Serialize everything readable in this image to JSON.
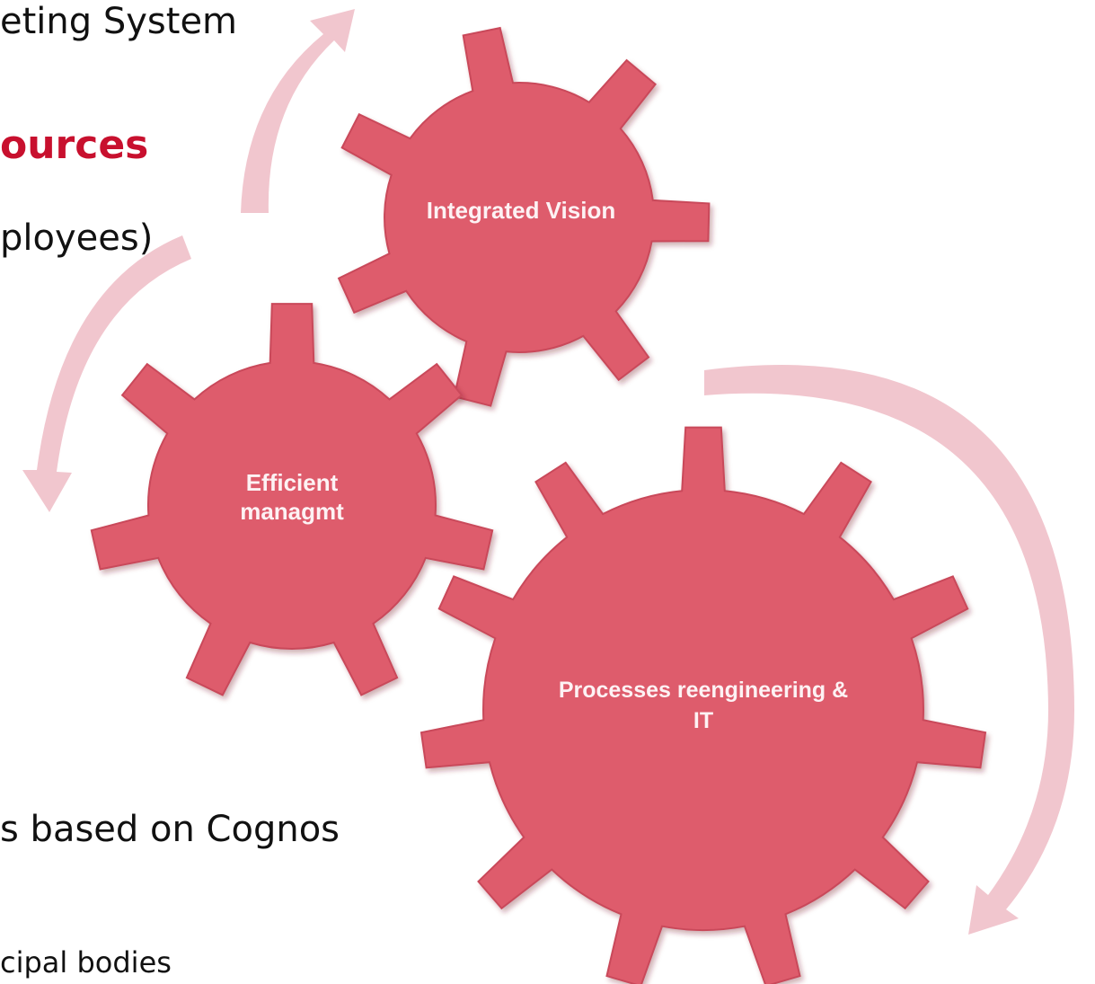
{
  "background_text": {
    "line1": "eting System",
    "line2": "ources",
    "line3": "ployees)",
    "line4": "s based on Cognos",
    "line5": "cipal bodies"
  },
  "gears": {
    "top": {
      "line1": "Integrated Vision"
    },
    "left": {
      "line1": "Efficient",
      "line2": "managmt"
    },
    "right": {
      "line1": "Processes reengineering &",
      "line2": "IT"
    }
  },
  "colors": {
    "gear_fill": "#de5b6c",
    "arrow_fill": "#f0c3cb",
    "heading_accent": "#c8102e",
    "gear_text": "#fdf2f4"
  }
}
